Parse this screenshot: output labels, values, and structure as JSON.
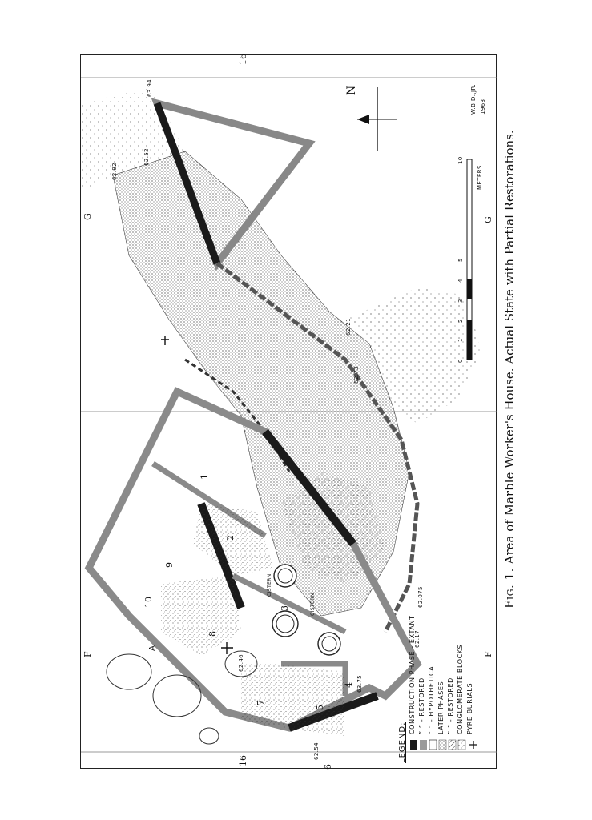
{
  "caption": {
    "fig": "Fig. 1.",
    "text": "Area of Marble Worker's House. Actual State with Partial Restorations."
  },
  "grid_labels": {
    "sixteen": "16",
    "g": "G",
    "f": "F"
  },
  "north_label": "N",
  "section_label": "A",
  "signature": {
    "initials": "W.B.D.,JR.",
    "year": "1968"
  },
  "scale": {
    "ticks": [
      "0",
      "1",
      "2",
      "3",
      "4",
      "5",
      "10"
    ],
    "unit": "METERS"
  },
  "cistern_label": "CISTERN",
  "rooms": [
    "1",
    "2",
    "3",
    "4",
    "5",
    "6",
    "7",
    "8",
    "9",
    "10"
  ],
  "elevations": [
    "63.94",
    "62.52",
    "62.92",
    "62.21",
    "62.73",
    "62.075",
    "62.17",
    "63.75",
    "62.46",
    "62.54"
  ],
  "legend": {
    "title": "LEGEND:",
    "items": [
      "CONSTRUCTION PHASE - EXTANT",
      "” ” - RESTORED",
      "” ” - HYPOTHETICAL",
      "LATER PHASES",
      "” ” - RESTORED",
      "CONGLOMERATE BLOCKS",
      "PYRE BURIALS"
    ],
    "colors": {
      "extant": "#1a1a1a",
      "restored": "#9a9a9a",
      "hypothetical": "#ffffff",
      "later": "#c8c8c8"
    }
  }
}
